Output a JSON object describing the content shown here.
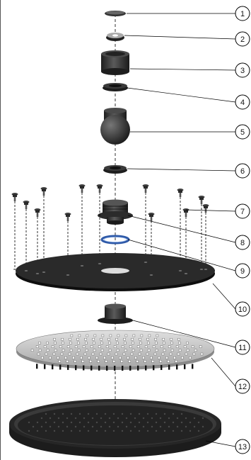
{
  "diagram": {
    "type": "exploded-parts-view",
    "callouts": [
      {
        "label": "1"
      },
      {
        "label": "2"
      },
      {
        "label": "3"
      },
      {
        "label": "4"
      },
      {
        "label": "5"
      },
      {
        "label": "6"
      },
      {
        "label": "7"
      },
      {
        "label": "8"
      },
      {
        "label": "9"
      },
      {
        "label": "10"
      },
      {
        "label": "11"
      },
      {
        "label": "12"
      },
      {
        "label": "13"
      }
    ],
    "colors": {
      "parts": "#2b2b2b",
      "part_highlight": "#5a5a5a",
      "o_ring": "#2f5aa8",
      "spray_plate": "#c8c8c8",
      "line": "#000000"
    }
  }
}
